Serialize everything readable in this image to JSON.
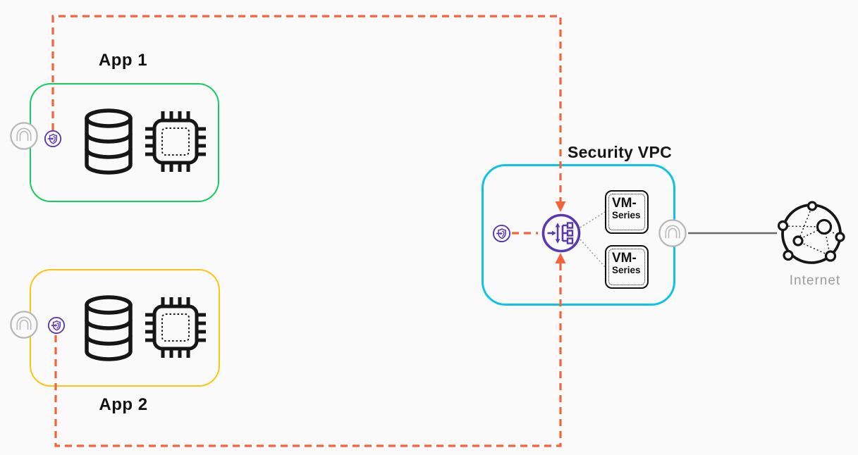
{
  "nodes": {
    "app1": {
      "label": "App 1"
    },
    "app2": {
      "label": "App 2"
    },
    "security_vpc": {
      "label": "Security VPC"
    },
    "vm_series_1": {
      "line1": "VM-",
      "line2": "Series"
    },
    "vm_series_2": {
      "line1": "VM-",
      "line2": "Series"
    },
    "internet": {
      "label": "Internet"
    }
  },
  "colors": {
    "background": "#fafafa",
    "app1_border": "#15cb62",
    "app2_border": "#fdc413",
    "security_vpc_border": "#0fc3e8",
    "traffic_dashed": "#f4633a",
    "endpoint_purple": "#5839ae",
    "endpoint_gray": "#b8b8b8",
    "internet_line": "#6a6a6a",
    "icon_black": "#161616",
    "text_dark": "#111111",
    "text_muted": "#9c9c9c"
  },
  "icons": {
    "database": "database-icon",
    "cpu": "cpu-icon",
    "security_endpoint": "security-endpoint-icon",
    "gwlb_endpoint": "gwlb-endpoint-icon",
    "gateway_load_balancer": "gateway-load-balancer-icon",
    "internet_globe": "internet-globe-icon"
  }
}
